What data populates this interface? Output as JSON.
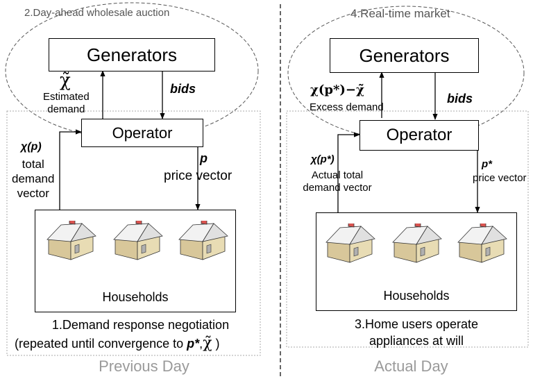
{
  "left": {
    "auction_label": "2.Day-ahead wholesale auction",
    "generators": "Generators",
    "operator": "Operator",
    "chi_symbol": "χ̃",
    "estimated_demand": "Estimated\ndemand",
    "bids": "bids",
    "chi_p": "χ(p)",
    "total_demand_vector": "total\ndemand\nvector",
    "p": "p",
    "price_vector": "price vector",
    "households": "Households",
    "negotiation_line1": "1.Demand response negotiation",
    "negotiation_line2_prefix": "(repeated until convergence to ",
    "negotiation_line2_bold": "p*",
    "negotiation_line2_sep": ",",
    "negotiation_line2_chi": "χ̃",
    "negotiation_line2_suffix": " )",
    "day_label": "Previous Day"
  },
  "right": {
    "market_label": "4.Real-time market",
    "generators": "Generators",
    "operator": "Operator",
    "excess_formula": "χ(p*)−χ̃",
    "excess_demand": "Excess demand",
    "bids": "bids",
    "chi_pstar": "χ(p*)",
    "actual_total": "Actual total\ndemand vector",
    "pstar": "p*",
    "price_vector": "price vector",
    "households": "Households",
    "operate_line1": "3.Home users operate",
    "operate_line2": "appliances at will",
    "day_label": "Actual Day"
  },
  "colors": {
    "roof": "#f2f2f2",
    "wall": "#e8dcb4",
    "wall_side": "#d8c79a",
    "chimney": "#d9534f",
    "door": "#b0b0b0",
    "day_label": "#9a9a9a"
  }
}
